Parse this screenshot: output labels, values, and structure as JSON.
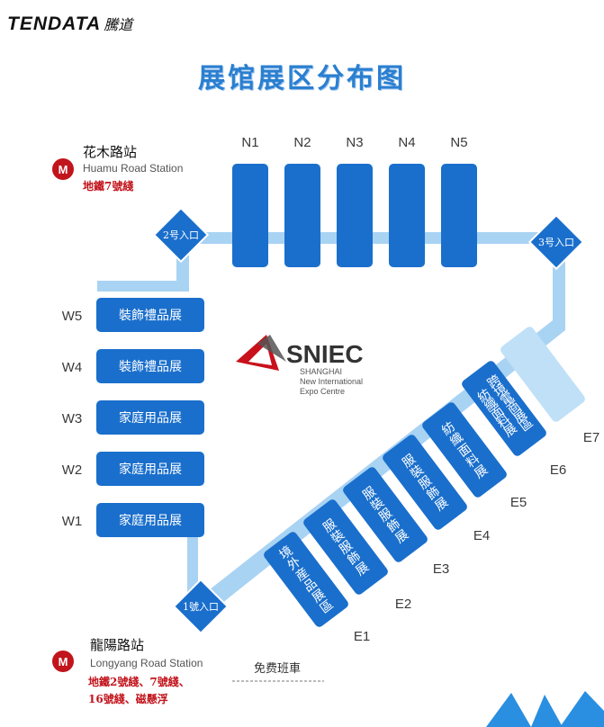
{
  "header": {
    "logo_text": "TENDATA",
    "logo_cn": "騰道",
    "title": "展馆展区分布图"
  },
  "north_halls": [
    "N1",
    "N2",
    "N3",
    "N4",
    "N5"
  ],
  "west_halls": [
    {
      "code": "W5",
      "name": "裝飾禮品展"
    },
    {
      "code": "W4",
      "name": "裝飾禮品展"
    },
    {
      "code": "W3",
      "name": "家庭用品展"
    },
    {
      "code": "W2",
      "name": "家庭用品展"
    },
    {
      "code": "W1",
      "name": "家庭用品展"
    }
  ],
  "east_halls": [
    {
      "code": "E1",
      "name": "境外産品展區"
    },
    {
      "code": "E2",
      "name": "服裝服飾展"
    },
    {
      "code": "E3",
      "name": "服裝服飾展"
    },
    {
      "code": "E4",
      "name": "服裝服飾展"
    },
    {
      "code": "E5",
      "name": "紡織面料展"
    },
    {
      "code": "E6",
      "name_lines": [
        "紡織",
        "面料展",
        "跨境電",
        "商展區"
      ]
    },
    {
      "code": "E7",
      "name": ""
    }
  ],
  "gates": {
    "gate1": "1號入口",
    "gate2": "2号入口",
    "gate3": "3号入口"
  },
  "stations": {
    "top": {
      "cn": "花木路站",
      "en": "Huamu Road Station",
      "line": "地鐵7號綫"
    },
    "bottom": {
      "cn": "龍陽路站",
      "en": "Longyang Road Station",
      "line1": "地鐵2號綫、7號綫、",
      "line2": "16號綫、磁懸浮"
    }
  },
  "shuttle": "免费班車",
  "venue_logo": {
    "name": "SNIEC",
    "line1": "SHANGHAI",
    "line2": "New International",
    "line3": "Expo Centre"
  },
  "colors": {
    "hall": "#1a6fcc",
    "walkway": "#a9d3f3",
    "title": "#2b7fd0",
    "metro_red": "#c2141c",
    "e7": "#bfe0f7"
  }
}
